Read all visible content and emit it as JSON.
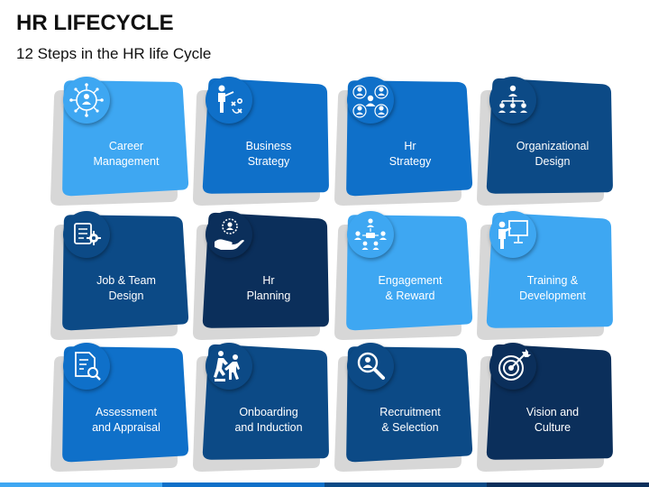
{
  "header": {
    "title": "HR LIFECYCLE",
    "subtitle": "12 Steps in the HR life Cycle"
  },
  "colors": {
    "light": "#3ea7f2",
    "medium": "#0f70c9",
    "dark": "#0c4a86",
    "navy": "#0b2f5b",
    "shadow": "#d7d7d7"
  },
  "steps": [
    {
      "line1": "Career",
      "line2": "Management",
      "shade": "light",
      "icon": "network-person-icon"
    },
    {
      "line1": "Business",
      "line2": "Strategy",
      "shade": "medium",
      "icon": "strategy-board-icon"
    },
    {
      "line1": "Hr",
      "line2": "Strategy",
      "shade": "medium",
      "icon": "people-grid-icon"
    },
    {
      "line1": "Organizational",
      "line2": "Design",
      "shade": "dark",
      "icon": "org-chart-icon"
    },
    {
      "line1": "Job & Team",
      "line2": "Design",
      "shade": "dark",
      "icon": "job-design-icon"
    },
    {
      "line1": "Hr",
      "line2": "Planning",
      "shade": "navy",
      "icon": "hand-person-icon"
    },
    {
      "line1": "Engagement",
      "line2": "& Reward",
      "shade": "light",
      "icon": "team-meeting-icon"
    },
    {
      "line1": "Training &",
      "line2": "Development",
      "shade": "light",
      "icon": "presentation-icon"
    },
    {
      "line1": "Assessment",
      "line2": "and Appraisal",
      "shade": "medium",
      "icon": "document-search-icon"
    },
    {
      "line1": "Onboarding",
      "line2": "and Induction",
      "shade": "dark",
      "icon": "helping-climb-icon"
    },
    {
      "line1": "Recruitment",
      "line2": "& Selection",
      "shade": "dark",
      "icon": "magnify-person-icon"
    },
    {
      "line1": "Vision and",
      "line2": "Culture",
      "shade": "navy",
      "icon": "target-icon"
    }
  ]
}
